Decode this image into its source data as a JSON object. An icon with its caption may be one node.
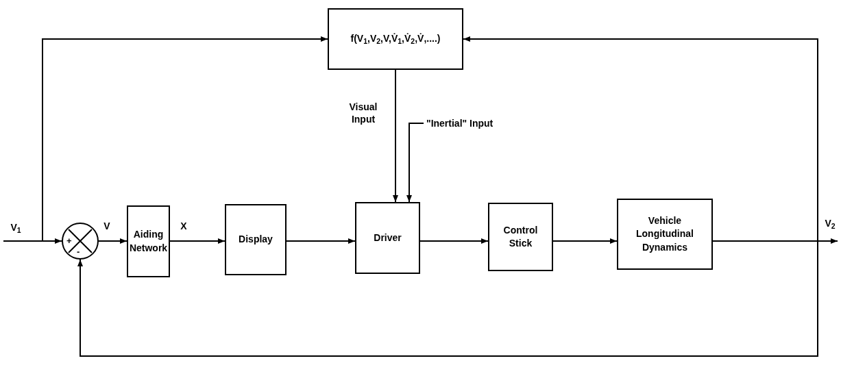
{
  "diagram": {
    "nodes": [
      {
        "text": [
          "f(V$_{1}$,V$_{2}$,V,V̇$_{1}$,V̇$_{2}$,V̇,....)"
        ]
      },
      {
        "text": [
          "+",
          "-"
        ]
      },
      {
        "text": [
          "Aiding Network"
        ]
      },
      {
        "text": [
          "Display"
        ]
      },
      {
        "text": [
          "Driver"
        ]
      },
      {
        "text": [
          "Control Stick"
        ]
      },
      {
        "text": [
          "Vehicle Longitudinal Dynamics"
        ]
      },
      {
        "text": [
          "\"Inertial\" Input"
        ]
      }
    ],
    "edges": [
      {
        "from": null,
        "to": 1,
        "arrow": "to",
        "label": "V$_{1}$"
      },
      {
        "from": null,
        "to": 0,
        "arrow": "to"
      },
      {
        "from": 1,
        "to": 2,
        "arrow": "to",
        "label": "V"
      },
      {
        "from": 2,
        "to": 3,
        "arrow": "to",
        "label": "X"
      },
      {
        "from": 3,
        "to": 4,
        "arrow": "to"
      },
      {
        "from": 0,
        "to": 4,
        "arrow": "to",
        "label": "Visual Input"
      },
      {
        "from": 7,
        "to": 4,
        "arrow": "to"
      },
      {
        "from": 4,
        "to": 5,
        "arrow": "to"
      },
      {
        "from": 5,
        "to": 6,
        "arrow": "to"
      },
      {
        "from": 6,
        "to": null,
        "arrow": "to",
        "label": "V$_{2}$"
      },
      {
        "from": 6,
        "to": 0,
        "arrow": "to"
      },
      {
        "from": 6,
        "to": 1,
        "arrow": "to"
      }
    ]
  }
}
